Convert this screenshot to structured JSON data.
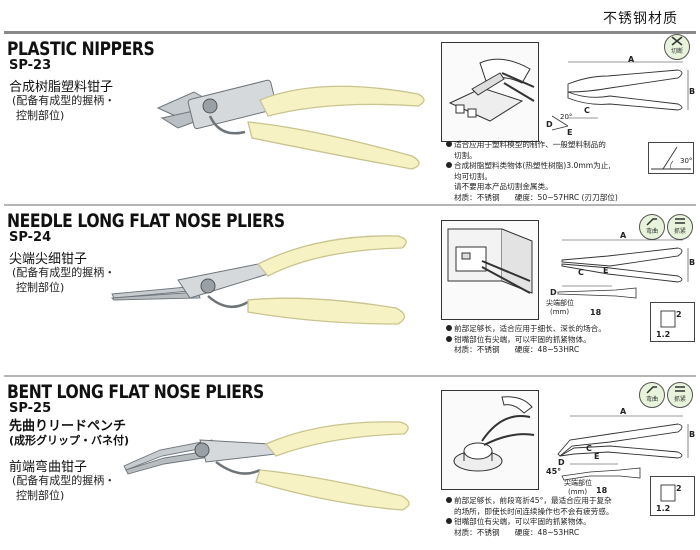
{
  "header": {
    "material_label": "不锈钢材质"
  },
  "products": [
    {
      "title_en": "PLASTIC NIPPERS",
      "code": "SP-23",
      "name_cn": "合成树脂塑料钳子",
      "note_lines": [
        "(配备有成型的握柄・",
        "控制部位)"
      ],
      "badges": [
        {
          "icon": "cut-icon",
          "label": "切断"
        }
      ],
      "dims": [
        "A",
        "B",
        "C",
        "D",
        "E"
      ],
      "angles": [
        "20°",
        "30°"
      ],
      "spec": {
        "bullets": [
          "适合应用于塑料模型的制作、一般塑料制品的",
          "合成树脂塑料类物体(热塑性树脂)3.0mm为止,"
        ],
        "continuations": [
          "切割。",
          "均可切割。"
        ],
        "caution": "请不要用本产品切割金属类。",
        "material": "材质：不锈钢　　硬度：50~57HRC (刃刀部位)"
      }
    },
    {
      "title_en": "NEEDLE LONG FLAT NOSE PLIERS",
      "code": "SP-24",
      "name_cn": "尖端尖细钳子",
      "note_lines": [
        "(配备有成型的握柄・",
        "控制部位)"
      ],
      "badges": [
        {
          "icon": "bend-icon",
          "label": "弯曲"
        },
        {
          "icon": "grip-icon",
          "label": "抓紧"
        }
      ],
      "dims": [
        "A",
        "B",
        "C",
        "D",
        "E"
      ],
      "tip_label": "尖端部位",
      "tip_unit": "(mm)",
      "tip_value": "18",
      "inset_values": [
        "2",
        "1.2"
      ],
      "spec": {
        "bullets": [
          "前部足够长，适合应用于细长、深长的场合。",
          "钳嘴部位有尖端，可以牢固的抓紧物体。"
        ],
        "material": "材质：不锈钢　　硬度：48~53HRC"
      }
    },
    {
      "title_en": "BENT LONG FLAT NOSE PLIERS",
      "code": "SP-25",
      "name_jp": "先曲りリードペンチ",
      "name_jp2": "(成形グリップ・バネ付)",
      "name_cn": "前端弯曲钳子",
      "note_lines": [
        "(配备有成型的握柄・",
        "控制部位)"
      ],
      "badges": [
        {
          "icon": "bend-icon",
          "label": "弯曲"
        },
        {
          "icon": "grip-icon",
          "label": "抓紧"
        }
      ],
      "dims": [
        "A",
        "B",
        "C",
        "D",
        "E"
      ],
      "angle": "45°",
      "tip_label": "尖端部位",
      "tip_unit": "(mm)",
      "tip_value": "18",
      "inset_values": [
        "2",
        "1.2"
      ],
      "spec": {
        "bullets": [
          "前部足够长，前段弯折45°，最适合应用于复杂",
          "钳嘴部位有尖端，可以牢固的抓紧物体。"
        ],
        "continuations": [
          "的场所，即使长时间连续操作也不会有疲劳感。"
        ],
        "material": "材质：不锈钢　　硬度：48~53HRC"
      }
    }
  ],
  "colors": {
    "handle": "#f7f2c4",
    "handle_edge": "#c9c48e",
    "steel": "#cfd3d6",
    "steel_dark": "#7b8186",
    "divider": "#8a8a8a"
  }
}
